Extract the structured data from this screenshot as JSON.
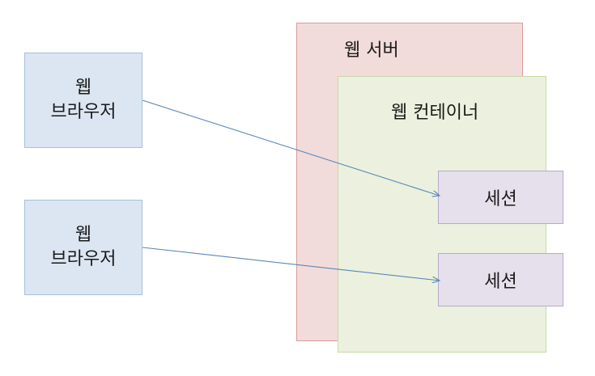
{
  "browsers": [
    {
      "label": "웹\n브라우저"
    },
    {
      "label": "웹\n브라우저"
    }
  ],
  "web_server": {
    "label": "웹 서버"
  },
  "web_container": {
    "label": "웹 컨테이너"
  },
  "sessions": [
    {
      "label": "세션"
    },
    {
      "label": "세션"
    }
  ],
  "colors": {
    "browser_fill": "#dce6f2",
    "server_fill": "#f2dcdb",
    "container_fill": "#ebf1de",
    "session_fill": "#e5e0ec",
    "arrow": "#5b86b8"
  }
}
